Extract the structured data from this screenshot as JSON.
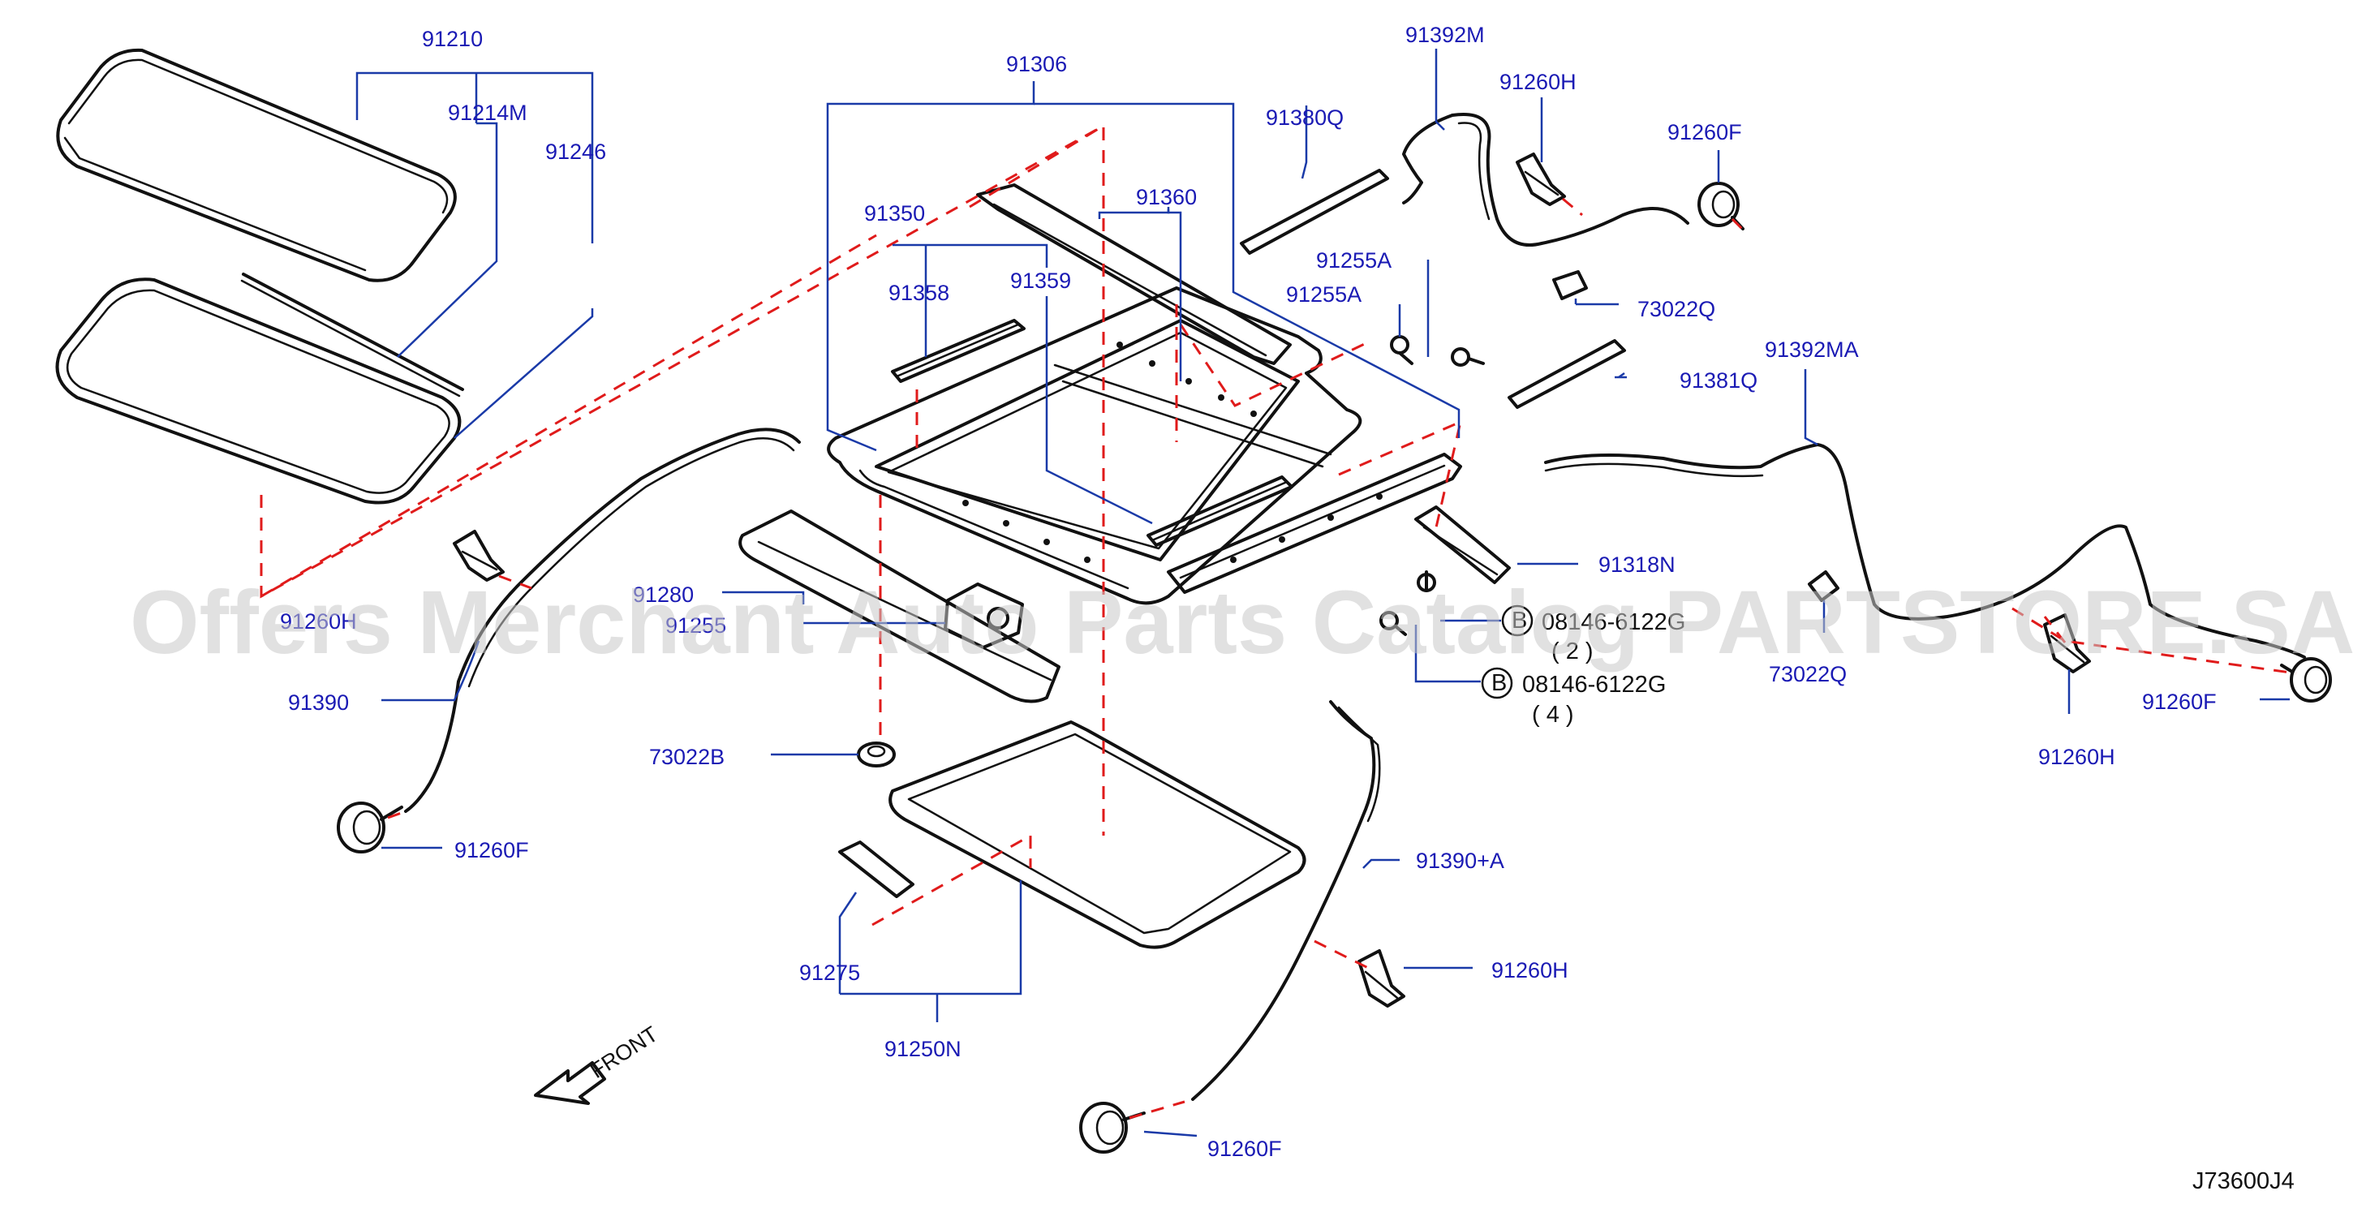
{
  "watermark": "Offers Merchant Auto Parts Catalog PARTSTORE.SA",
  "diagram_code": "J73600J4",
  "front_label": "FRONT",
  "labels": {
    "p91210": "91210",
    "p91214M": "91214M",
    "p91246": "91246",
    "p91306": "91306",
    "p91350": "91350",
    "p91358": "91358",
    "p91359": "91359",
    "p91360": "91360",
    "p91380Q": "91380Q",
    "p91392M": "91392M",
    "p91260H_top": "91260H",
    "p91260F_top": "91260F",
    "p91255A_1": "91255A",
    "p91255A_2": "91255A",
    "p73022Q_top": "73022Q",
    "p91381Q": "91381Q",
    "p91392MA": "91392MA",
    "p91318N": "91318N",
    "bolt_b1_code": "08146-6122G",
    "bolt_b1_qty": "( 2 )",
    "bolt_b2_code": "08146-6122G",
    "bolt_b2_qty": "( 4 )",
    "bolt_b_marker": "B",
    "p73022Q_right": "73022Q",
    "p91260H_right": "91260H",
    "p91260F_right": "91260F",
    "p91280": "91280",
    "p91255_mid": "91255",
    "p91260H_left": "91260H",
    "p91390": "91390",
    "p91260F_left": "91260F",
    "p73022B": "73022B",
    "p91275": "91275",
    "p91250N": "91250N",
    "p91390A": "91390+A",
    "p91260H_bottom": "91260H",
    "p91260F_bottom": "91260F"
  }
}
